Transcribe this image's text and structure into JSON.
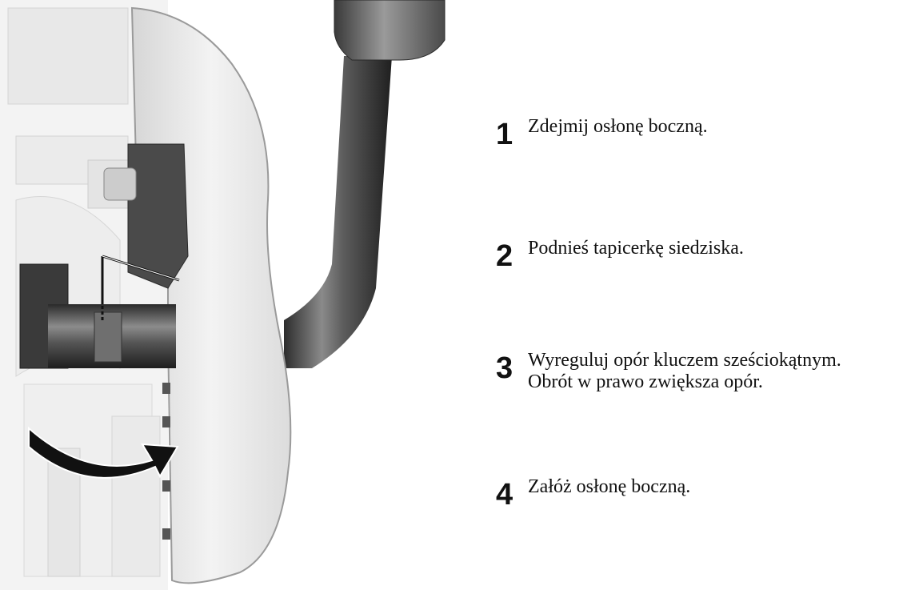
{
  "steps": [
    {
      "number": "1",
      "lines": [
        "Zdejmij osłonę boczną."
      ]
    },
    {
      "number": "2",
      "lines": [
        "Podnieś tapicerkę siedziska."
      ]
    },
    {
      "number": "3",
      "lines": [
        "Wyreguluj opór kluczem sześciokątnym.",
        "Obrót w prawo zwiększa opór."
      ]
    },
    {
      "number": "4",
      "lines": [
        "Załóż osłonę boczną."
      ]
    }
  ]
}
